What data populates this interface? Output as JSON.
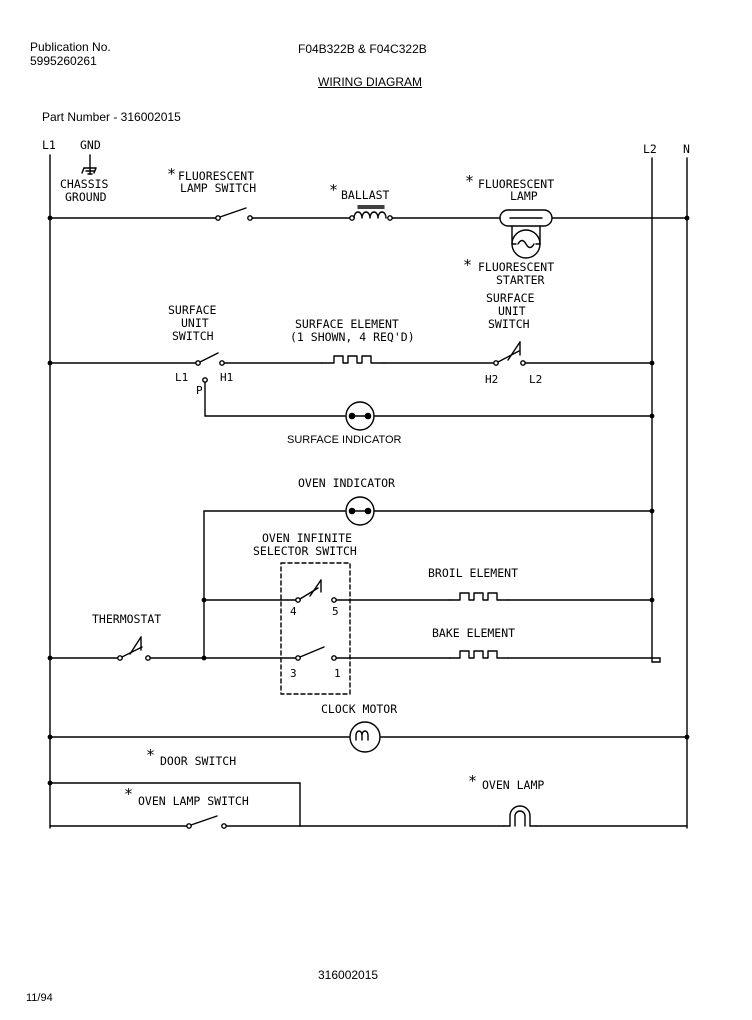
{
  "header": {
    "publication_label": "Publication No.",
    "publication_number": "5995260261",
    "models": "F04B322B & F04C322B",
    "title": "WIRING DIAGRAM",
    "part_number": "Part Number - 316002015"
  },
  "footer": {
    "part_code": "316002015",
    "date": "11/94"
  },
  "diagram": {
    "lines": {
      "l1": "L1",
      "gnd": "GND",
      "l2": "L2",
      "n": "N"
    },
    "chassis_ground": [
      "CHASSIS",
      "GROUND"
    ],
    "star": "*",
    "fluorescent_lamp_switch": [
      "FLUORESCENT",
      "LAMP SWITCH"
    ],
    "ballast": "BALLAST",
    "fluorescent_lamp": [
      "FLUORESCENT",
      "LAMP"
    ],
    "fluorescent_starter": [
      "FLUORESCENT",
      "STARTER"
    ],
    "surface_unit_switch_left": [
      "SURFACE",
      "UNIT",
      "SWITCH"
    ],
    "surface_element": [
      "SURFACE ELEMENT",
      "(1 SHOWN, 4 REQ'D)"
    ],
    "surface_unit_switch_right": [
      "SURFACE",
      "UNIT",
      "SWITCH"
    ],
    "surface_terminals": {
      "l1": "L1",
      "h1": "H1",
      "p": "P",
      "h2": "H2",
      "l2": "L2"
    },
    "surface_indicator": "SURFACE INDICATOR",
    "oven_indicator": "OVEN INDICATOR",
    "oven_selector_switch": [
      "OVEN INFINITE",
      "SELECTOR SWITCH"
    ],
    "selector_terminals": {
      "t4": "4",
      "t5": "5",
      "t3": "3",
      "t1": "1"
    },
    "broil_element": "BROIL ELEMENT",
    "bake_element": "BAKE ELEMENT",
    "thermostat": "THERMOSTAT",
    "clock_motor": "CLOCK MOTOR",
    "door_switch": "DOOR SWITCH",
    "oven_lamp_switch": "OVEN LAMP SWITCH",
    "oven_lamp": "OVEN LAMP"
  }
}
